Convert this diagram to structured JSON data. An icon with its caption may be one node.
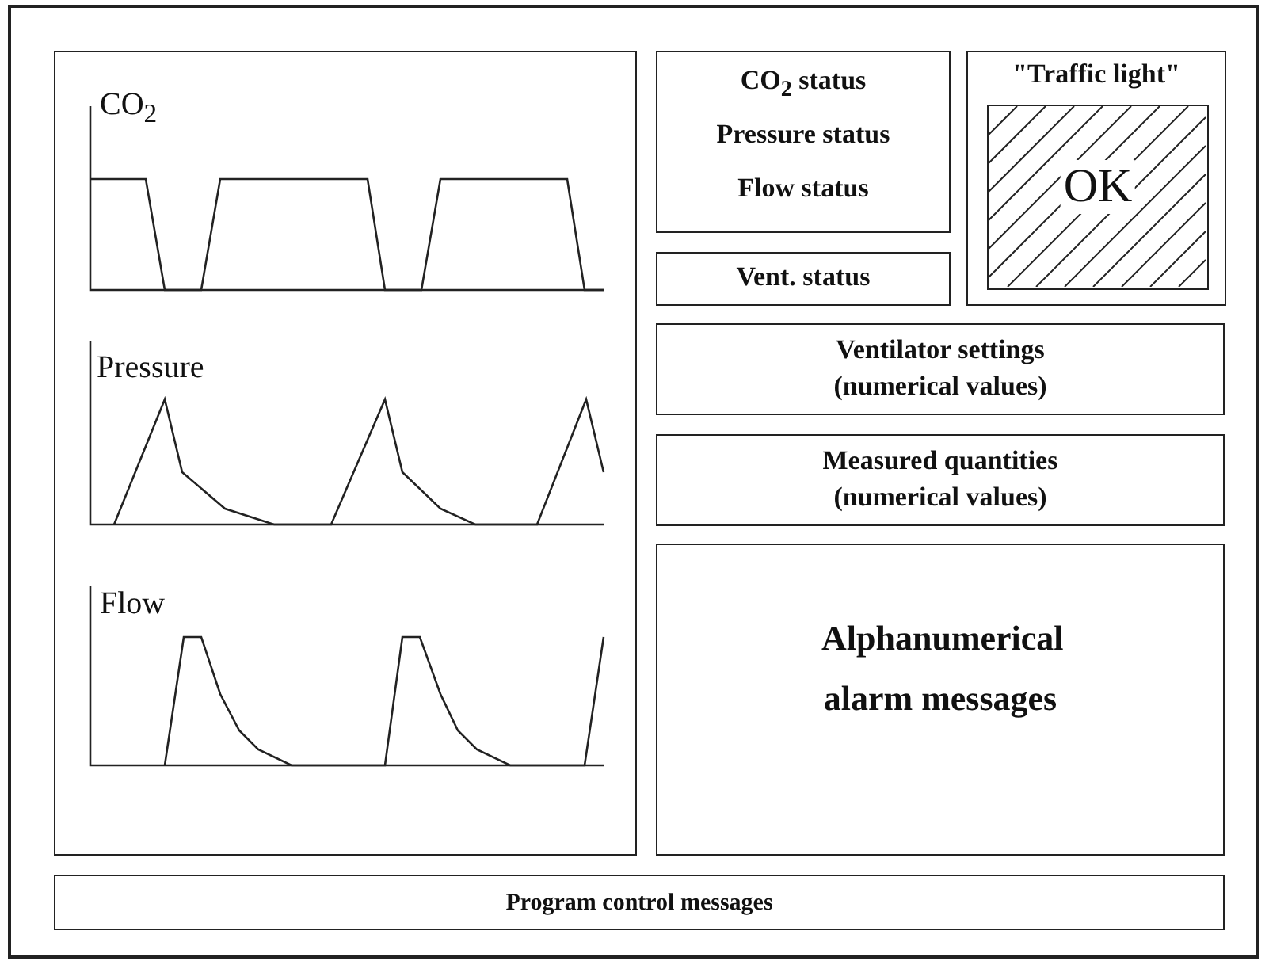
{
  "diagram": {
    "nodes": [
      {
        "text": [],
        "shape": "box"
      },
      {
        "text": [
          "CO$_{2}$",
          "Pressure",
          "Flow"
        ],
        "in": 0
      },
      {
        "text": [
          "CO$_{2}$ status",
          "Pressure status",
          "Flow status"
        ],
        "in": 0
      },
      {
        "text": [
          "\"Traffic light\""
        ],
        "in": 0
      },
      {
        "text": [
          "OK"
        ],
        "in": 3
      },
      {
        "text": [
          "Vent. status"
        ],
        "in": 0
      },
      {
        "text": [
          "Ventilator settings (numerical values)"
        ],
        "in": 0
      },
      {
        "text": [
          "Measured quantities (numerical values)"
        ],
        "in": 0
      },
      {
        "text": [
          "Alphanumerical alarm messages"
        ],
        "in": 0
      },
      {
        "text": [
          "Program control messages"
        ],
        "in": 0
      }
    ],
    "edges": []
  }
}
